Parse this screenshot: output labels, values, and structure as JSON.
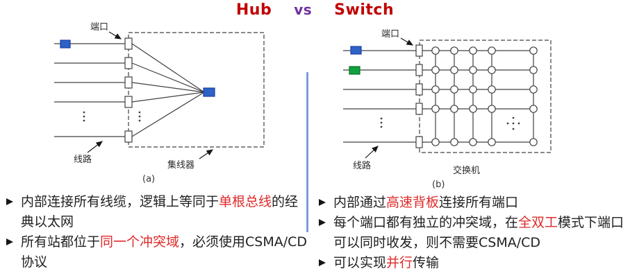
{
  "title": {
    "hub": "Hub",
    "vs": "vs",
    "switch": "Switch"
  },
  "colors": {
    "title_red": "#C00000",
    "vs_purple": "#7030A0",
    "highlight_red": "#DF2A2A",
    "divider_blue": "#7D9BD4",
    "node_blue": "#2E62C8",
    "node_green": "#10A23C",
    "diagram_line_gray": "#404040"
  },
  "hub_diagram": {
    "port_label": "端口",
    "line_label": "线路",
    "device_label": "集线器",
    "caption": "(a)"
  },
  "switch_diagram": {
    "port_label": "端口",
    "line_label": "线路",
    "device_label": "交换机",
    "caption": "(b)"
  },
  "hub_bullets": [
    {
      "pre": "内部连接所有线缆，逻辑上等同于",
      "highlight": "单根总线",
      "post": "的经典以太网"
    },
    {
      "pre": "所有站都位于",
      "highlight": "同一个冲突域",
      "post": "，必须使用CSMA/CD协议"
    }
  ],
  "switch_bullets": [
    {
      "pre": "内部通过",
      "highlight": "高速背板",
      "post": "连接所有端口"
    },
    {
      "pre": "每个端口都有独立的冲突域，在",
      "highlight": "全双工",
      "post": "模式下端口可以同时收发，则不需要CSMA/CD"
    },
    {
      "pre": "可以实现",
      "highlight": "并行",
      "post": "传输"
    }
  ],
  "icons": {
    "bullet_icon": "arrowhead-right",
    "leader_arrow_icon": "filled-arrowhead"
  }
}
